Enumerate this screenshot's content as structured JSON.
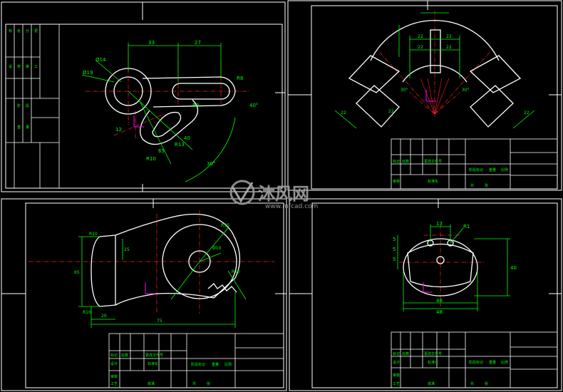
{
  "colors": {
    "background": "#000000",
    "frame": "#ffffff",
    "dimension": "#00ff00",
    "centerline": "#ff2020",
    "ucs": "#ff00ff",
    "watermark": "#9a9a9a"
  },
  "watermark": {
    "brand": "沐风网",
    "url": "www.mfcad.com"
  },
  "sheet1": {
    "dims": [
      "33",
      "27",
      "Ø14",
      "Ø19",
      "R8",
      "40°",
      "30°",
      "R8",
      "R13",
      "R10",
      "12",
      "40",
      "65"
    ]
  },
  "sheet2": {
    "dims": [
      "22",
      "22",
      "22",
      "22",
      "30°",
      "30°",
      "22",
      "22",
      "22"
    ]
  },
  "sheet3": {
    "dims": [
      "R10",
      "25",
      "65",
      "R10",
      "Ø10",
      "R30",
      "R20",
      "75",
      "20"
    ]
  },
  "sheet4": {
    "dims": [
      "13",
      "R1",
      "5",
      "5",
      "5",
      "48",
      "48",
      "40"
    ]
  }
}
